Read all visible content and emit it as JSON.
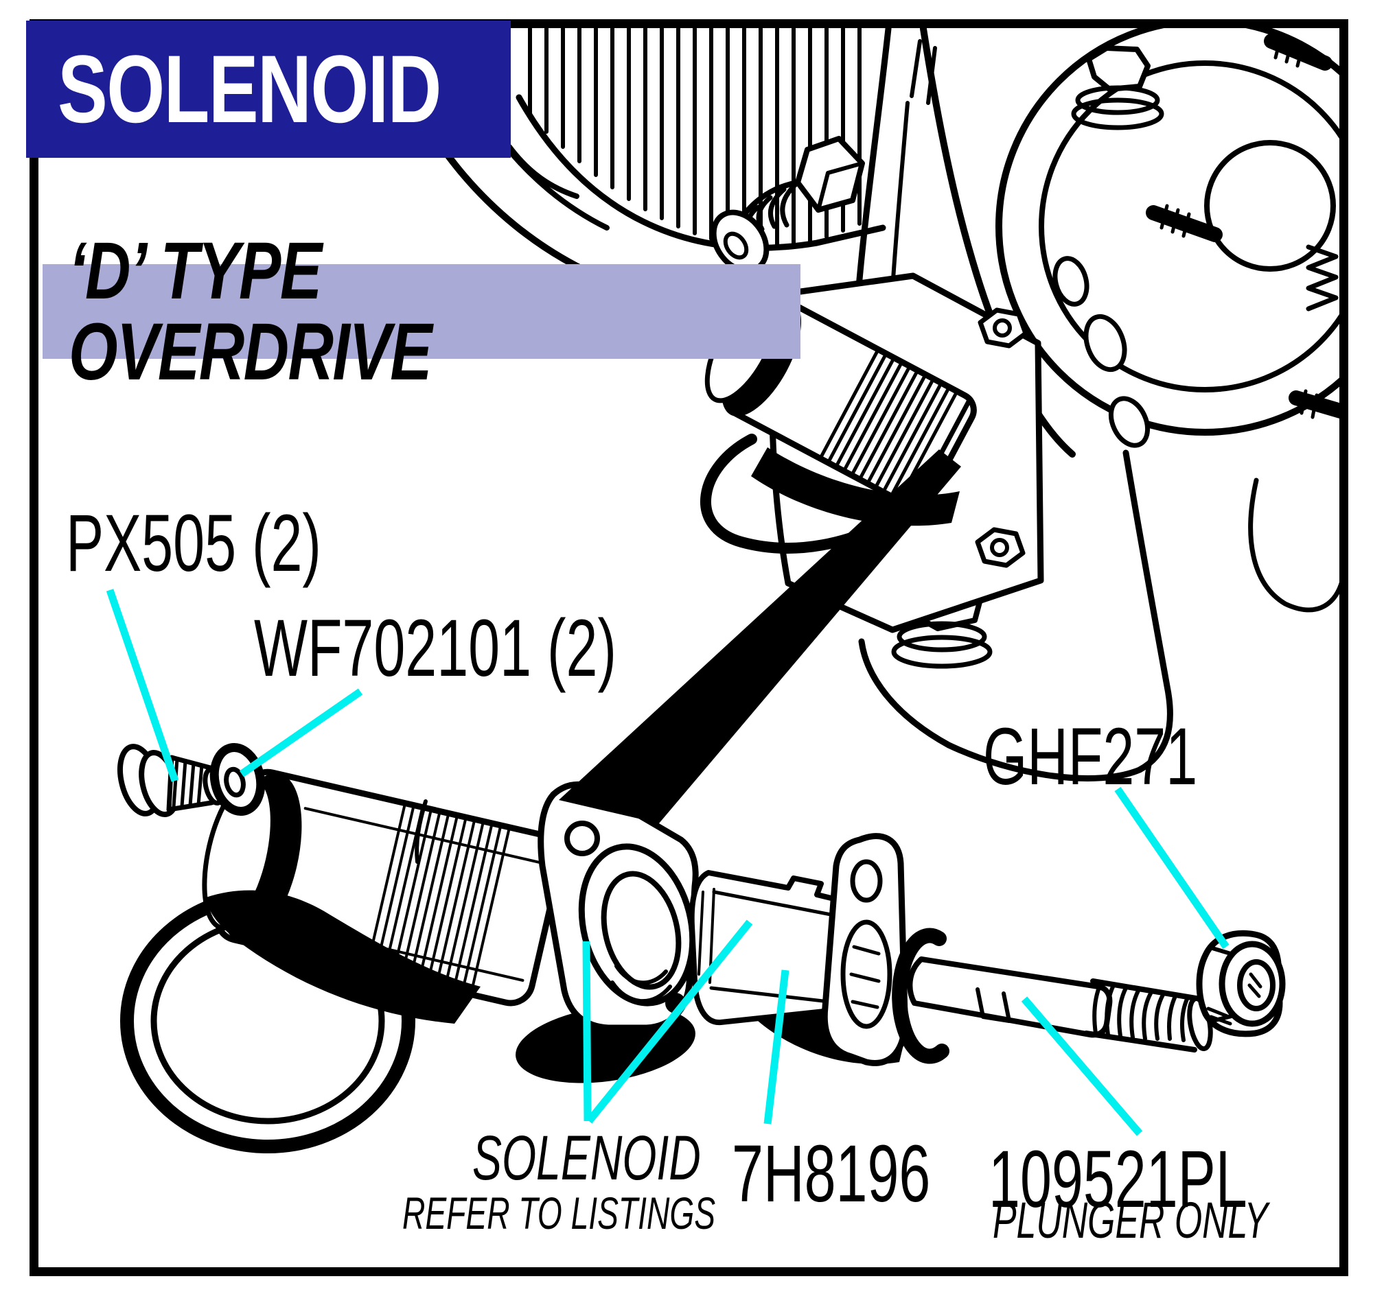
{
  "header": {
    "title": "SOLENOID",
    "subtitle": "‘D’ TYPE OVERDRIVE"
  },
  "parts": {
    "px505": {
      "label": "PX505 (2)"
    },
    "wf702101": {
      "label": "WF702101 (2)"
    },
    "ghf271": {
      "label": "GHF271"
    },
    "solenoid": {
      "label": "SOLENOID",
      "note": "REFER TO LISTINGS"
    },
    "sleeve": {
      "label": "7H8196"
    },
    "plunger": {
      "label": "109521PL",
      "note": "PLUNGER ONLY"
    }
  },
  "colors": {
    "navy": "#1e1e96",
    "lavender": "#a9aad6",
    "cyan": "#00efef",
    "ink": "#000000",
    "paper": "#ffffff"
  }
}
